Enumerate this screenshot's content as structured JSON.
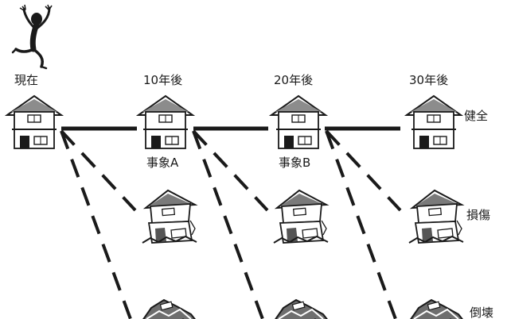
{
  "timeline": {
    "now": "現在",
    "y10": "10年後",
    "y20": "20年後",
    "y30": "30年後"
  },
  "events": {
    "a": "事象A",
    "b": "事象B"
  },
  "states": {
    "healthy": "健全",
    "damaged": "損傷",
    "collapsed": "倒壊"
  },
  "colors": {
    "ink": "#1a1a1a",
    "roof": "#555555",
    "rubble": "#666666"
  }
}
